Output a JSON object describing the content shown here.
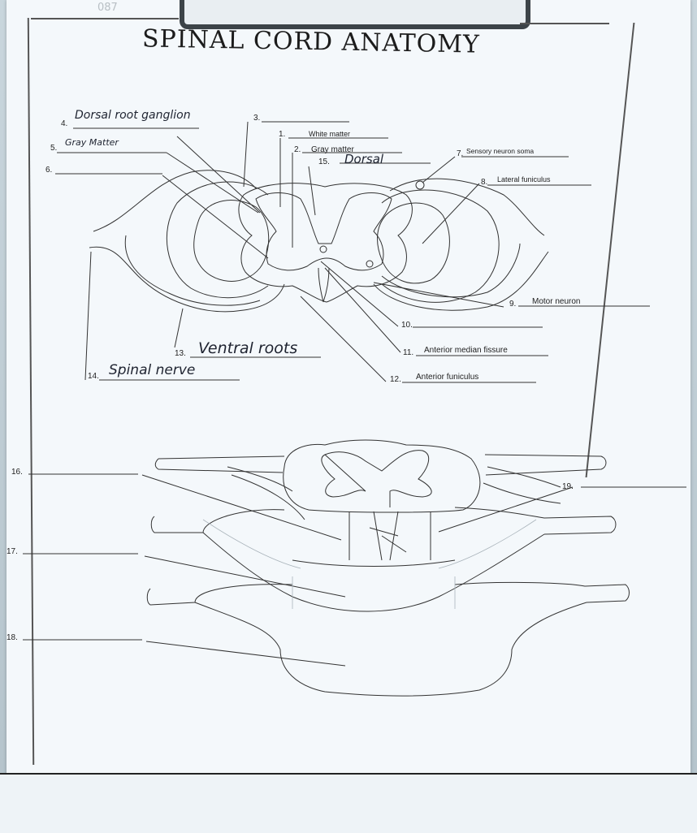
{
  "page_number": "087",
  "title": "SPINAL CORD ANATOMY",
  "labels": {
    "n1": "1.",
    "l1": "White matter",
    "n2": "2.",
    "l2": "Gray matter",
    "n3": "3.",
    "n4": "4.",
    "l4": "Dorsal root ganglion",
    "n5": "5.",
    "l5": "Gray Matter",
    "n6": "6.",
    "n7": "7.",
    "l7": "Sensory neuron soma",
    "n8": "8.",
    "l8": "Lateral funiculus",
    "n9": "9.",
    "l9": "Motor neuron",
    "n10": "10.",
    "n11": "11.",
    "l11": "Anterior median fissure",
    "n12": "12.",
    "l12": "Anterior funiculus",
    "n13": "13.",
    "l13": "Ventral roots",
    "n14": "14.",
    "l14": "Spinal nerve",
    "n15": "15.",
    "l15": "Dorsal",
    "n16": "16.",
    "n17": "17.",
    "n18": "18.",
    "n19": "19."
  }
}
